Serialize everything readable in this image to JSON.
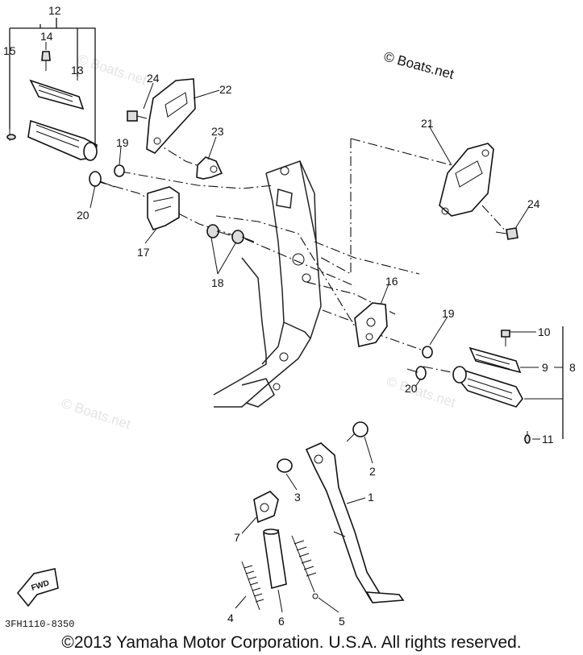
{
  "brand_text": "© Boats.net",
  "watermark_text": "© Boats.net",
  "diagram_code": "3FH1110-8350",
  "fwd_label": "FWD",
  "copyright": "©2013 Yamaha Motor Corporation. U.S.A. All rights reserved.",
  "callouts": {
    "c1": "1",
    "c2": "2",
    "c3": "3",
    "c4": "4",
    "c5": "5",
    "c6": "6",
    "c7": "7",
    "c8": "8",
    "c9": "9",
    "c10": "10",
    "c11": "11",
    "c12": "12",
    "c13": "13",
    "c14": "14",
    "c15": "15",
    "c16": "16",
    "c17": "17",
    "c18": "18",
    "c19a": "19",
    "c19b": "19",
    "c20a": "20",
    "c20b": "20",
    "c21": "21",
    "c22": "22",
    "c23": "23",
    "c24a": "24",
    "c24b": "24"
  }
}
